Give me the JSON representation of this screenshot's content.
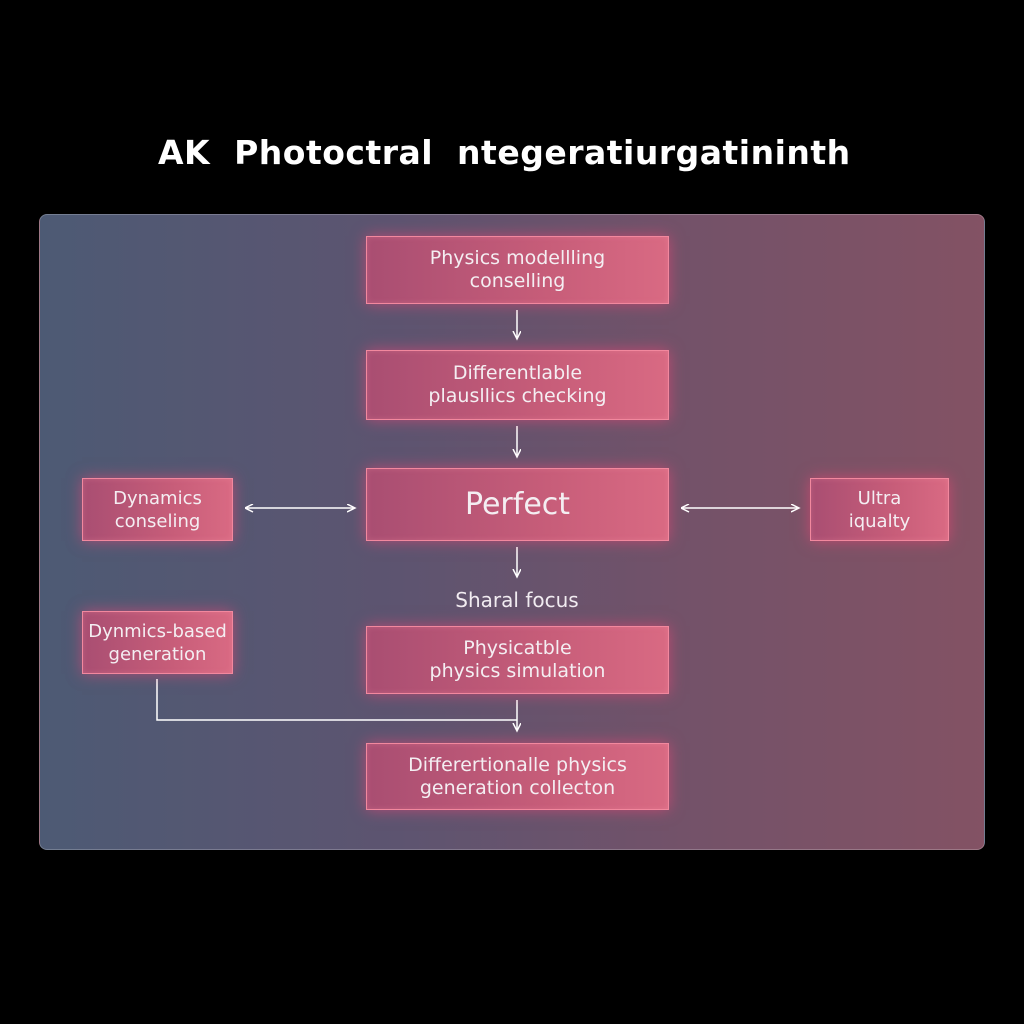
{
  "title": "AK  Photoctral  ntegeratiurgatininth",
  "nodes": {
    "physics_modelling": "Physics modellling\nconselling",
    "differentiable_plausibility": "Differentlable\nplausllics checking",
    "perfect": "Perfect",
    "dynamics_conseling": "Dynamics\nconseling",
    "ultra_quality": "Ultra\niqualty",
    "sharal_focus": "Sharal focus",
    "physicatble_simulation": "Physicatble\nphysics simulation",
    "dynamics_based_generation": "Dynmics-based\ngeneration",
    "differentionalle_generation": "Differertionalle physics\ngeneration collecton"
  },
  "colors": {
    "background": "#000000",
    "node_border": "#f2889e",
    "node_fill": "#c75d79",
    "connector": "#ffffff"
  }
}
